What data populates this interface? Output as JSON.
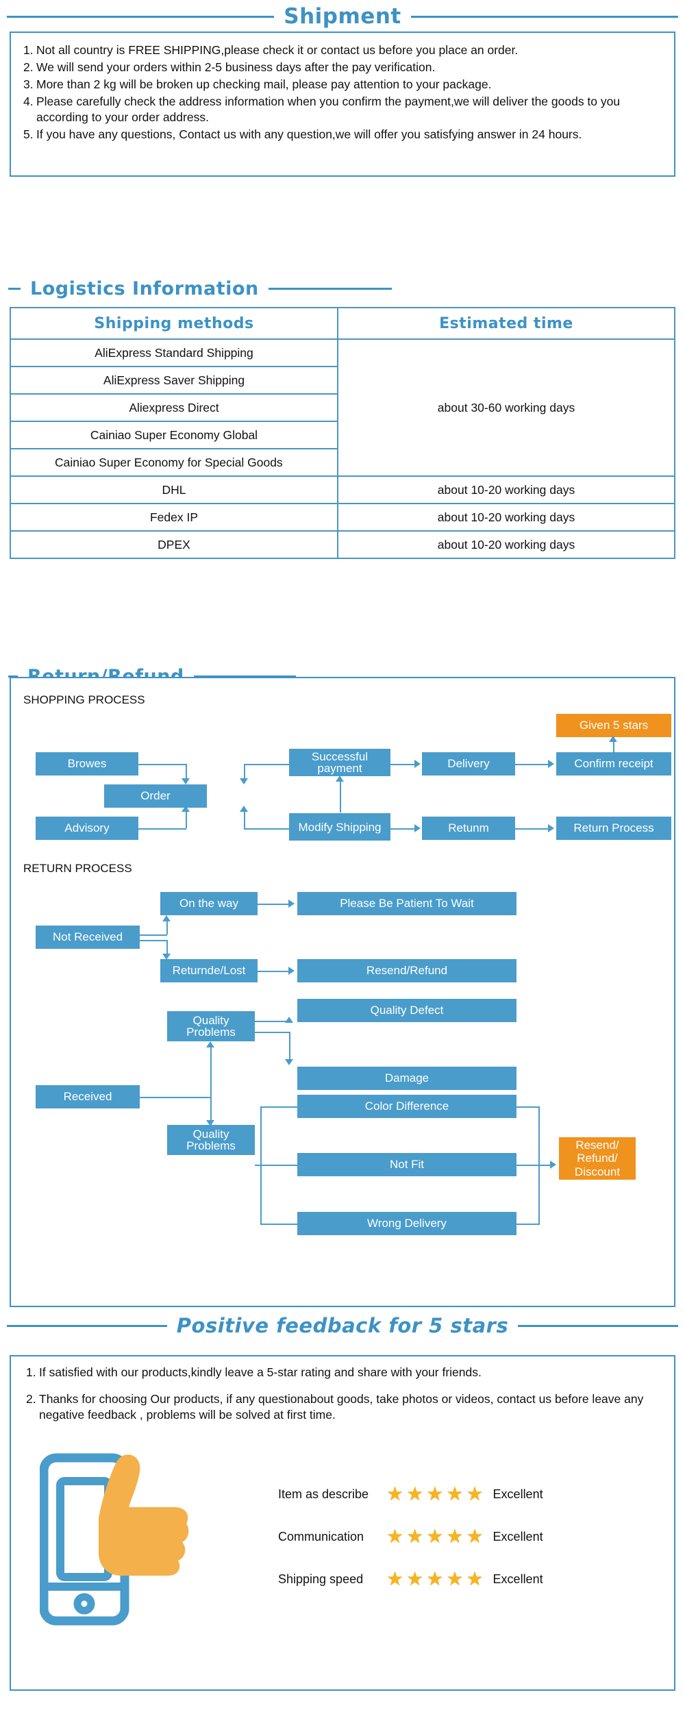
{
  "theme": {
    "blue": "#3d92c4",
    "node_blue": "#4a9ccb",
    "orange": "#f0921e",
    "star": "#f6b422"
  },
  "shipment": {
    "title": "Shipment",
    "items": [
      {
        "n": "1.",
        "text": "Not all country is FREE SHIPPING,please check it or contact us before you place an order."
      },
      {
        "n": "2.",
        "text": "We will send your orders within 2-5 business days after the pay verification."
      },
      {
        "n": "3.",
        "text": "More than 2 kg will be broken up checking mail, please pay attention to your package."
      },
      {
        "n": "4.",
        "text": "Please carefully check the address information when you confirm the payment,we will deliver the goods to you according to your order address."
      },
      {
        "n": "5.",
        "text": "If you have any questions, Contact us with any question,we will offer you satisfying answer in 24 hours."
      }
    ]
  },
  "logistics": {
    "title": "Logistics  Information",
    "headers": [
      "Shipping  methods",
      "Estimated  time"
    ],
    "rows": [
      {
        "method": "AliExpress Standard Shipping",
        "time": "about 30-60 working days",
        "time_rowspan": 5
      },
      {
        "method": "AliExpress Saver Shipping"
      },
      {
        "method": "Aliexpress Direct"
      },
      {
        "method": "Cainiao Super Economy Global"
      },
      {
        "method": "Cainiao Super Economy for Special Goods"
      },
      {
        "method": "DHL",
        "time": "about 10-20  working days",
        "time_rowspan": 1
      },
      {
        "method": "Fedex IP",
        "time": "about 10-20  working days",
        "time_rowspan": 1
      },
      {
        "method": "DPEX",
        "time": "about 10-20  working days",
        "time_rowspan": 1
      }
    ]
  },
  "return_refund": {
    "title": "Return/Refund",
    "shopping_label": "SHOPPING PROCESS",
    "return_label": "RETURN PROCESS",
    "shopping_nodes": {
      "browes": "Browes",
      "order": "Order",
      "successful_payment": "Successful payment",
      "delivery": "Delivery",
      "confirm_receipt": "Confirm receipt",
      "given_5_stars": "Given 5 stars",
      "advisory": "Advisory",
      "modify_shipping": "Modify Shipping",
      "retunm": "Retunm",
      "return_process": "Return Process"
    },
    "return_nodes": {
      "not_received": "Not Received",
      "on_the_way": "On the way",
      "please_be_patient": "Please Be Patient To Wait",
      "returnde_lost": "Returnde/Lost",
      "resend_refund": "Resend/Refund",
      "received": "Received",
      "quality_problems_1": "Quality Problems",
      "quality_problems_2": "Quality Problems",
      "quality_defect": "Quality Defect",
      "damage": "Damage",
      "color_difference": "Color Difference",
      "not_fit": "Not Fit",
      "wrong_delivery": "Wrong Delivery",
      "resend_refund_discount": "Resend/ Refund/ Discount"
    }
  },
  "feedback": {
    "title": "Positive feedback for 5 stars",
    "items": [
      {
        "n": "1.",
        "text": "If satisfied with our products,kindly leave a 5-star rating and share with your friends."
      },
      {
        "n": "2.",
        "text": "Thanks for choosing Our products, if any questionabout goods, take photos or videos, contact us before leave any negative feedback , problems will be solved at first time."
      }
    ],
    "ratings": [
      {
        "name": "Item as describe",
        "stars": 5,
        "value": "Excellent"
      },
      {
        "name": "Communication",
        "stars": 5,
        "value": "Excellent"
      },
      {
        "name": "Shipping speed",
        "stars": 5,
        "value": "Excellent"
      }
    ],
    "star_glyph": "★"
  }
}
